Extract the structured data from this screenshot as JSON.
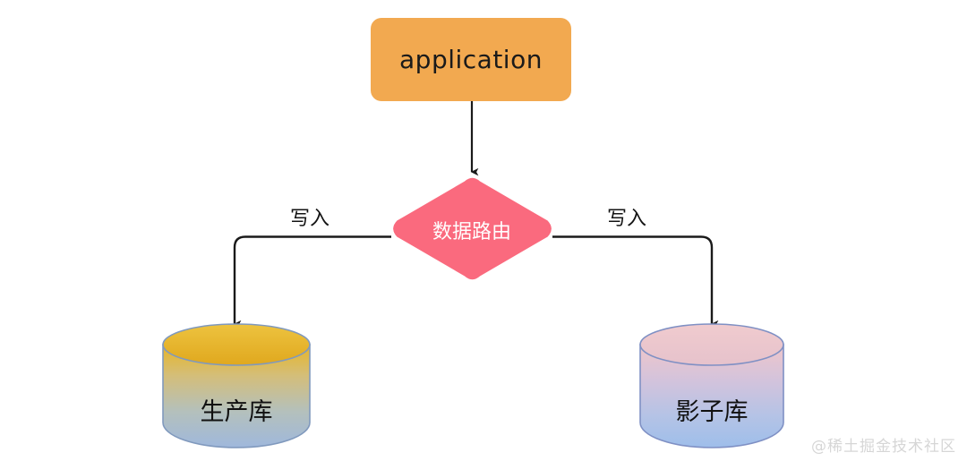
{
  "diagram": {
    "background_color": "#ffffff",
    "nodes": {
      "application": {
        "label": "application",
        "shape": "rounded-rectangle",
        "fill": "#F2A950",
        "text_color": "#1a1a1a"
      },
      "router": {
        "label": "数据路由",
        "shape": "diamond",
        "fill": "#FA6A7E",
        "text_color": "#ffffff"
      },
      "db_left": {
        "label": "生产库",
        "shape": "cylinder",
        "fill_top": "#E8B526",
        "fill_bottom": "#A8BFDE",
        "stroke": "#7f92b5",
        "text_color": "#111111"
      },
      "db_right": {
        "label": "影子库",
        "shape": "cylinder",
        "fill_top": "#EFC4C9",
        "fill_bottom": "#A6C3E8",
        "stroke": "#7f8fc0",
        "text_color": "#111111"
      }
    },
    "edges": [
      {
        "from": "application",
        "to": "router",
        "label": ""
      },
      {
        "from": "router",
        "to": "db_left",
        "label": "写入"
      },
      {
        "from": "router",
        "to": "db_right",
        "label": "写入"
      }
    ],
    "edge_color": "#1a1a1a",
    "watermark": "@稀土掘金技术社区"
  }
}
